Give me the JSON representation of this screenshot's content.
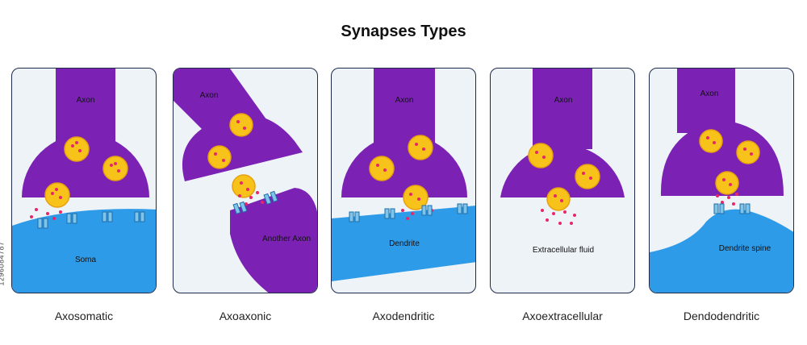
{
  "title": "Synapses Types",
  "side_id": "1296084787",
  "colors": {
    "axon": "#7b22b5",
    "membrane": "#2e9be8",
    "vesicle": "#f7c21a",
    "neurotransmitter": "#e8276a",
    "receptor": "#7fc4ea",
    "background": "#eef3f8"
  },
  "panels": [
    {
      "caption": "Axosomatic",
      "labels": {
        "axon": "Axon",
        "target": "Soma"
      }
    },
    {
      "caption": "Axoaxonic",
      "labels": {
        "axon": "Axon",
        "target": "Another Axon"
      }
    },
    {
      "caption": "Axodendritic",
      "labels": {
        "axon": "Axon",
        "target": "Dendrite"
      }
    },
    {
      "caption": "Axoextracellular",
      "labels": {
        "axon": "Axon",
        "target": "Extracellular fluid"
      }
    },
    {
      "caption": "Dendodendritic",
      "labels": {
        "axon": "Axon",
        "target": "Dendrite spine"
      }
    }
  ]
}
